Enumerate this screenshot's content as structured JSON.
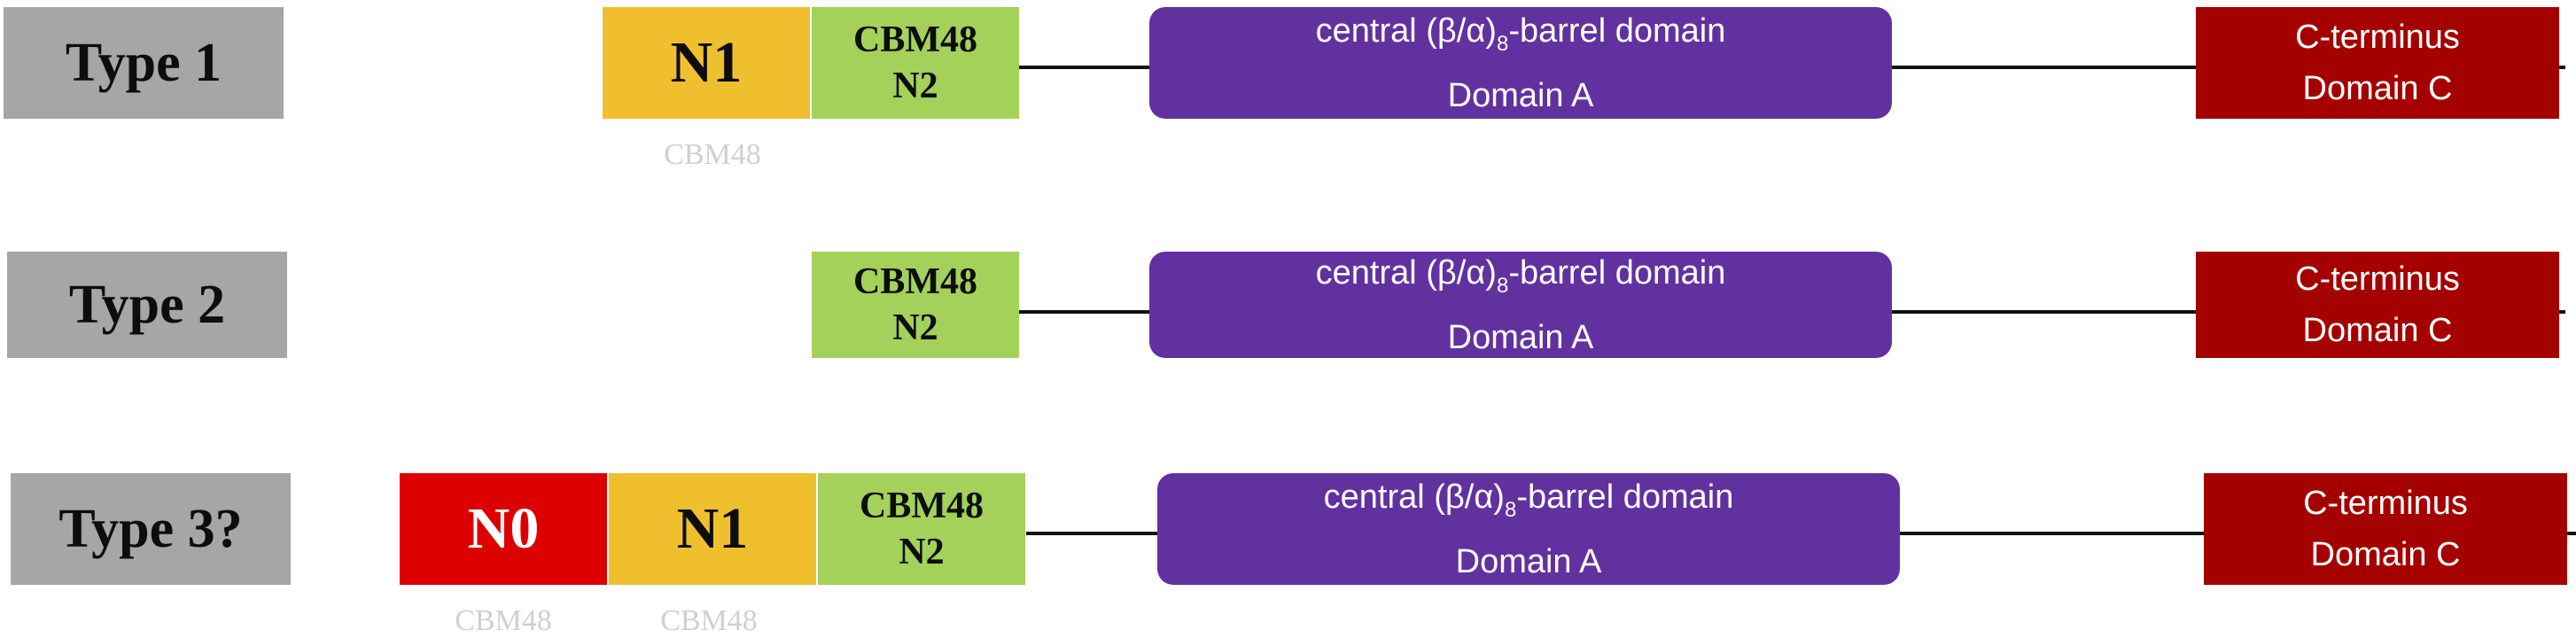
{
  "colors": {
    "type_label_bg": "#a6a6a6",
    "n0": "#dd0000",
    "n1": "#efbf2e",
    "cbm48_n2": "#a3d15a",
    "domain_a": "#6231a0",
    "domain_c": "#a50000",
    "caption": "#d0d0d0"
  },
  "rows": [
    {
      "label": "Type 1",
      "n1": "N1",
      "n1_caption": "CBM48",
      "cbm_line1": "CBM48",
      "cbm_line2": "N2",
      "domain_a_pre": "central (β/α)",
      "domain_a_sub": "8",
      "domain_a_post": "-barrel domain",
      "domain_a_line2": "Domain A",
      "domain_c_line1": "C-terminus",
      "domain_c_line2": "Domain C"
    },
    {
      "label": "Type 2",
      "cbm_line1": "CBM48",
      "cbm_line2": "N2",
      "domain_a_pre": "central (β/α)",
      "domain_a_sub": "8",
      "domain_a_post": "-barrel domain",
      "domain_a_line2": "Domain A",
      "domain_c_line1": "C-terminus",
      "domain_c_line2": "Domain C"
    },
    {
      "label": "Type 3?",
      "n0": "N0",
      "n0_caption": "CBM48",
      "n1": "N1",
      "n1_caption": "CBM48",
      "cbm_line1": "CBM48",
      "cbm_line2": "N2",
      "domain_a_pre": "central (β/α)",
      "domain_a_sub": "8",
      "domain_a_post": "-barrel domain",
      "domain_a_line2": "Domain A",
      "domain_c_line1": "C-terminus",
      "domain_c_line2": "Domain C"
    }
  ]
}
